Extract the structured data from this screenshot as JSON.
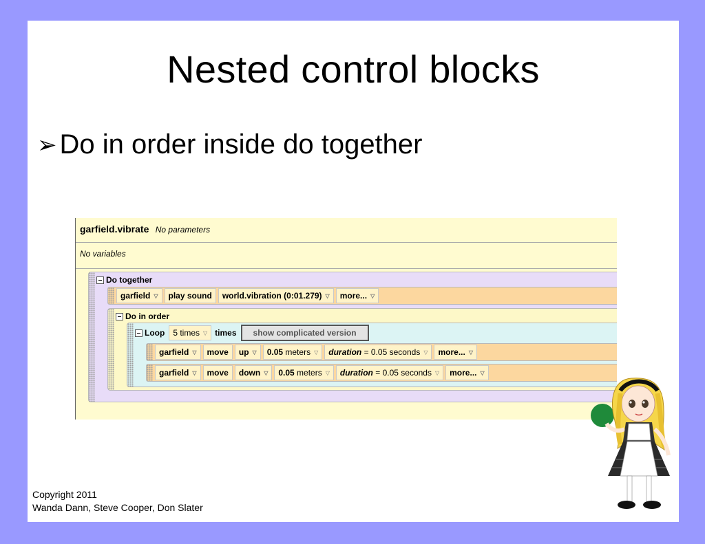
{
  "slide": {
    "title": "Nested control blocks",
    "bullet_arrow": "➢",
    "bullet": "Do in order inside do together",
    "footer_line1": "Copyright 2011",
    "footer_line2": "Wanda Dann, Steve Cooper, Don Slater"
  },
  "editor": {
    "method_name": "garfield.vibrate",
    "params": "No parameters",
    "variables": "No variables",
    "do_together_label": "Do together",
    "sound_row": {
      "object": "garfield",
      "action": "play sound",
      "sound": "world.vibration (0:01.279)",
      "more": "more..."
    },
    "do_in_order_label": "Do in order",
    "loop": {
      "label": "Loop",
      "count": "5 times",
      "times_word": "times",
      "show_button": "show complicated version"
    },
    "move_rows": [
      {
        "object": "garfield",
        "action": "move",
        "direction": "up",
        "amount": "0.05",
        "unit": "meters",
        "duration_label": "duration",
        "duration_value": "= 0.05",
        "duration_unit": "seconds",
        "more": "more..."
      },
      {
        "object": "garfield",
        "action": "move",
        "direction": "down",
        "amount": "0.05",
        "unit": "meters",
        "duration_label": "duration",
        "duration_value": "= 0.05",
        "duration_unit": "seconds",
        "more": "more..."
      }
    ],
    "dropdown_glyph": "▽"
  },
  "colors": {
    "background": "#9999ff",
    "editor_bg": "#fffbd0",
    "do_together_bg": "#e8dcf8",
    "do_in_order_bg": "#fdf8c8",
    "loop_bg": "#dcf4f4",
    "statement_bg": "#fcd79f"
  }
}
